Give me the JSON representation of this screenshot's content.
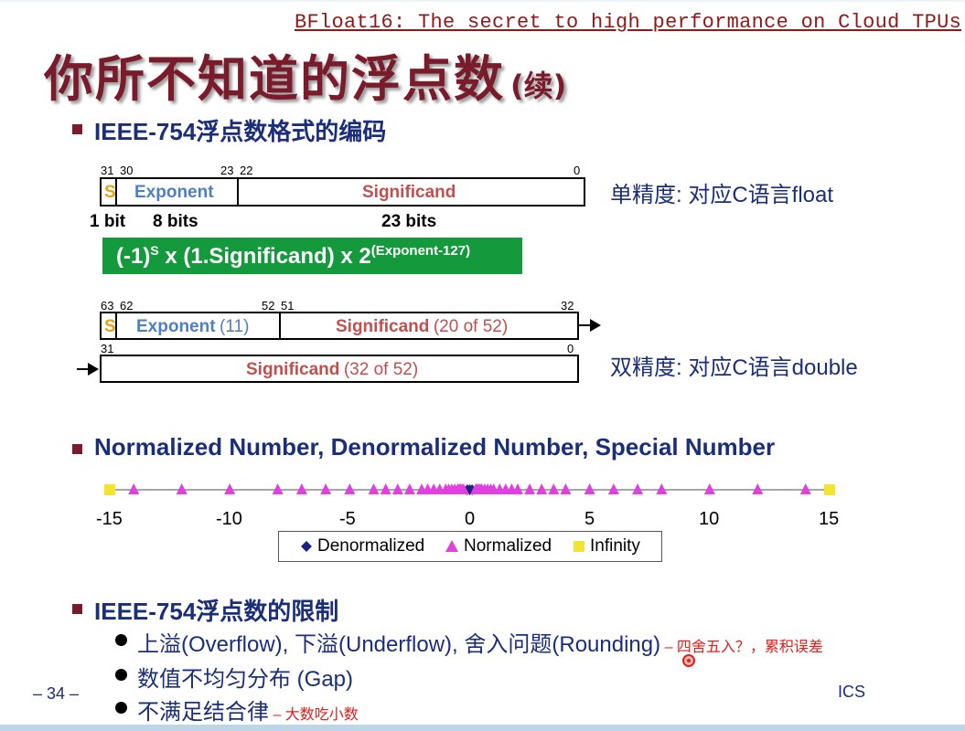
{
  "header": {
    "video_title": "BFloat16: The secret to high performance on Cloud TPUs"
  },
  "slide": {
    "title": "你所不知道的浮点数",
    "title_cont": "(续)",
    "section1": {
      "heading": "IEEE-754浮点数格式的编码",
      "single": {
        "bit_labels": [
          "31",
          "30",
          "23",
          "22",
          "0"
        ],
        "s": "S",
        "exponent": "Exponent",
        "significand": "Significand",
        "bits": [
          "1 bit",
          "8 bits",
          "23 bits"
        ],
        "caption": "单精度: 对应C语言float"
      },
      "formula": {
        "base": "(-1)",
        "sup1": "S",
        "mid": " x (1.Significand) x 2",
        "sup2": "(Exponent-127)"
      },
      "double": {
        "bit_labels_top": [
          "63",
          "62",
          "52",
          "51",
          "32"
        ],
        "s": "S",
        "exponent": "Exponent",
        "exponent_note": "(11)",
        "significand_hi": "Significand",
        "significand_hi_note": "(20 of 52)",
        "bit_labels_bottom": [
          "31",
          "0"
        ],
        "significand_lo": "Significand",
        "significand_lo_note": "(32 of 52)",
        "caption": "双精度: 对应C语言double"
      }
    },
    "section2": {
      "heading": "Normalized Number, Denormalized Number, Special Number",
      "axis_ticks": [
        "-15",
        "-10",
        "-5",
        "0",
        "5",
        "10",
        "15"
      ],
      "legend": {
        "denorm": "Denormalized",
        "norm": "Normalized",
        "inf": "Infinity"
      },
      "colors": {
        "denorm": "#1a237e",
        "norm": "#e040e0",
        "inf": "#f2e530"
      }
    },
    "section3": {
      "heading": "IEEE-754浮点数的限制",
      "bullets": [
        {
          "text": "上溢(Overflow), 下溢(Underflow), 舍入问题(Rounding)",
          "note": "– 四舍五入？，累积误差"
        },
        {
          "text": "数值不均匀分布 (Gap)",
          "note": ""
        },
        {
          "text": "不满足结合律",
          "note": "– 大数吃小数"
        }
      ]
    },
    "footer": {
      "page": "– 34 –",
      "course": "ICS"
    }
  },
  "chart_data": {
    "type": "scatter",
    "xlim": [
      -15,
      15
    ],
    "x_ticks": [
      -15,
      -10,
      -5,
      0,
      5,
      10,
      15
    ],
    "series": [
      {
        "name": "Denormalized",
        "marker": "diamond",
        "x": [
          -0.1,
          0,
          0.1
        ]
      },
      {
        "name": "Normalized",
        "marker": "triangle",
        "x": [
          -14,
          -12,
          -10,
          -8,
          -7,
          -6,
          -5,
          -4,
          -3.5,
          -3,
          -2.5,
          -2,
          -1.75,
          -1.5,
          -1.25,
          -1,
          -0.875,
          -0.75,
          -0.625,
          -0.5,
          -0.4375,
          -0.375,
          -0.3125,
          -0.25,
          0.25,
          0.3125,
          0.375,
          0.4375,
          0.5,
          0.625,
          0.75,
          0.875,
          1,
          1.25,
          1.5,
          1.75,
          2,
          2.5,
          3,
          3.5,
          4,
          5,
          6,
          7,
          8,
          10,
          12,
          14
        ]
      },
      {
        "name": "Infinity",
        "marker": "square",
        "x": [
          -15,
          15
        ]
      }
    ]
  }
}
